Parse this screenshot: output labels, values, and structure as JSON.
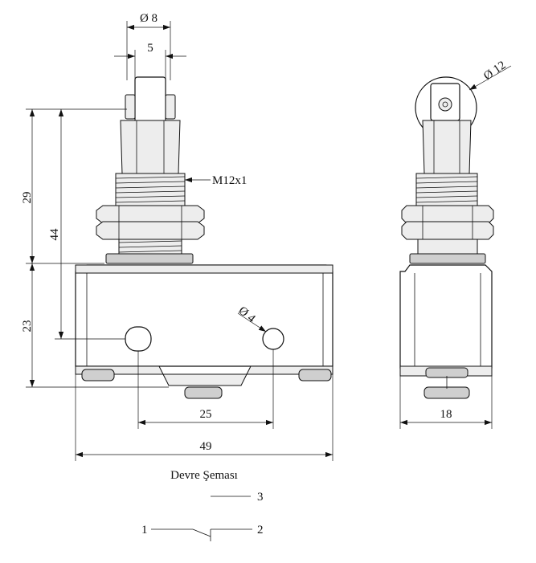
{
  "dimensions": {
    "stem_diameter": "Ø 8",
    "stem_width": "5",
    "thread": "M12x1",
    "roller_diameter": "Ø 12",
    "height_29": "29",
    "height_44": "44",
    "height_23": "23",
    "hole_diameter": "Ø 4",
    "hole_spacing": "25",
    "body_length": "49",
    "body_width": "18"
  },
  "circuit": {
    "title": "Devre Şeması",
    "terminal_common": "1",
    "terminal_no": "2",
    "terminal_nc": "3"
  }
}
